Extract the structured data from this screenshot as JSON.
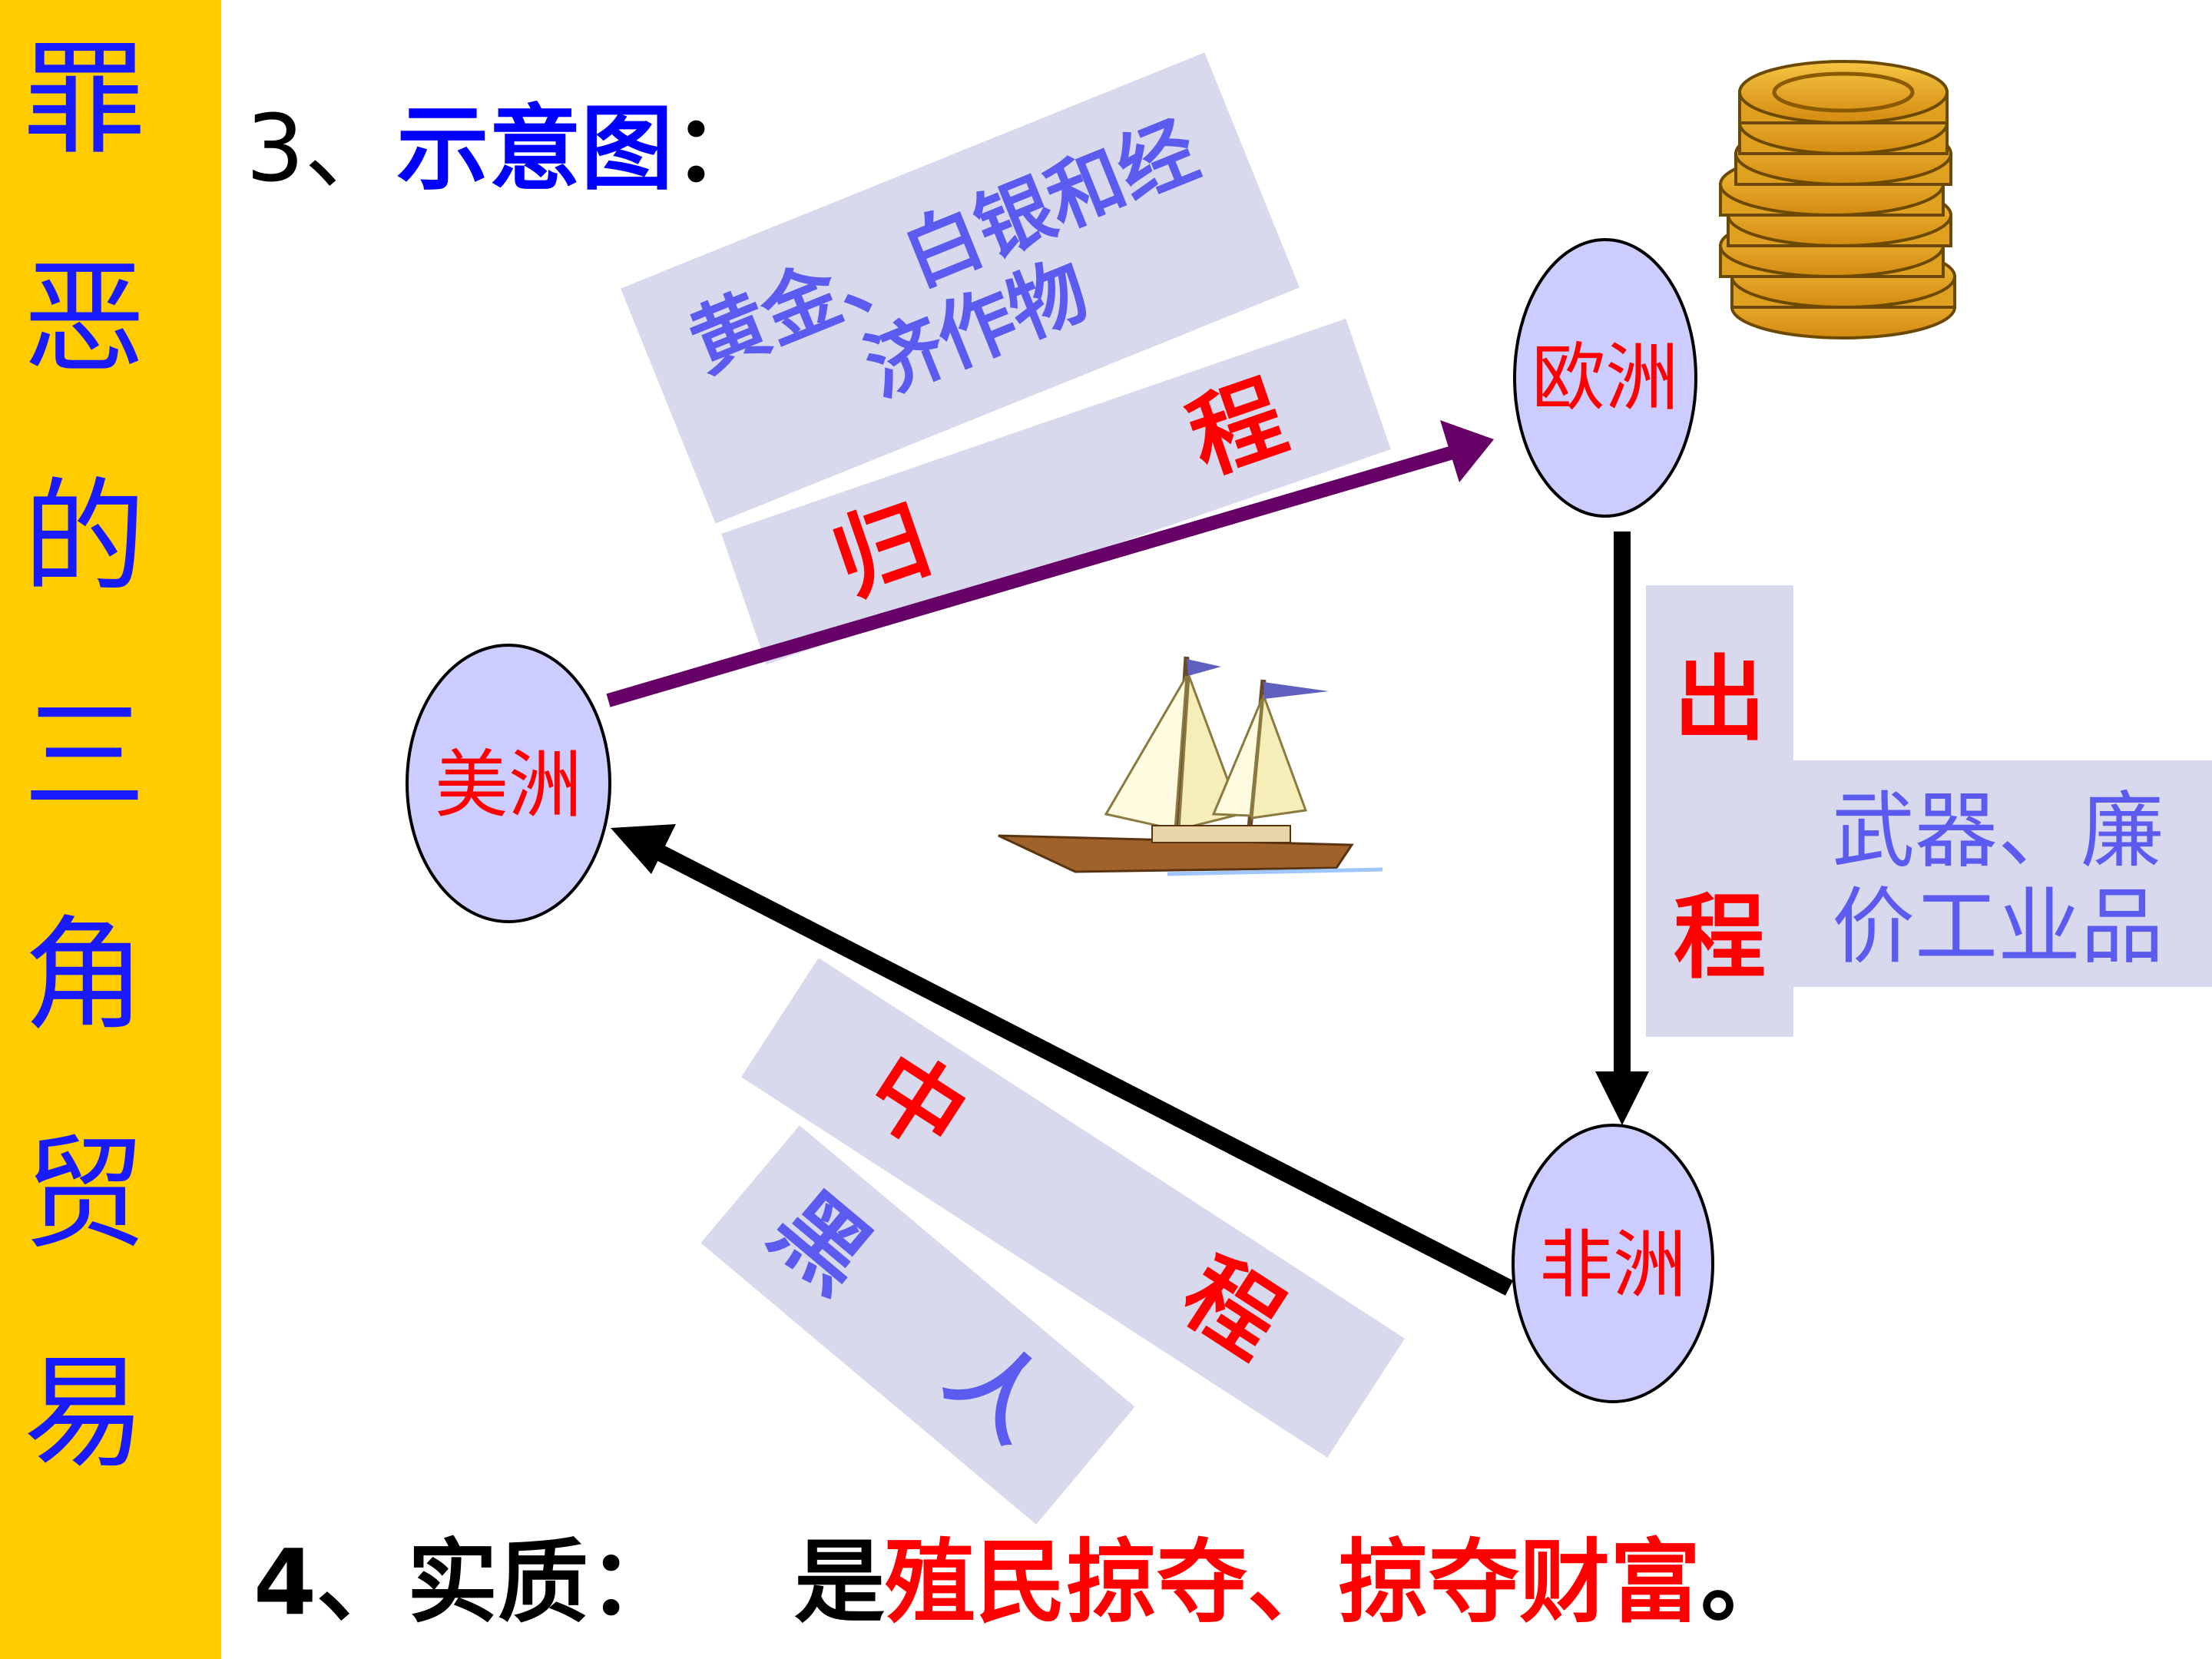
{
  "sidebar": {
    "title_chars": [
      "罪",
      "恶",
      "的",
      "三",
      "角",
      "贸",
      "易"
    ]
  },
  "heading": {
    "number": "3、",
    "title": "示意图",
    "colon": "："
  },
  "diagram": {
    "nodes": {
      "europe": "欧洲",
      "america": "美洲",
      "africa": "非洲"
    },
    "return_route": {
      "goods_line1": "黄金、白银和经",
      "goods_line2": "济作物",
      "label_a": "归",
      "label_b": "程"
    },
    "outbound_route": {
      "label_a": "出",
      "label_b": "程",
      "goods_line1": "武器、廉",
      "goods_line2": "价工业品"
    },
    "middle_route": {
      "label_a": "中",
      "label_b": "程",
      "cargo_a": "黑",
      "cargo_b": "人"
    },
    "icons": [
      "gold-coins-icon",
      "sailing-ship-icon"
    ]
  },
  "bottom": {
    "prefix": "4、实质：",
    "lead": "是",
    "highlight": "殖民掠夺、掠夺财富",
    "end": "。"
  }
}
